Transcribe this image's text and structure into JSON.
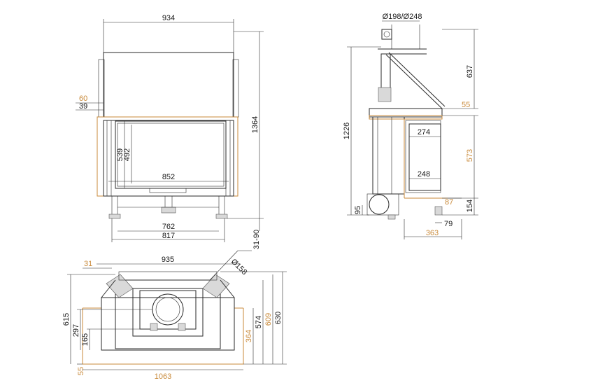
{
  "colors": {
    "line": "#2a2a2a",
    "accent": "#c98a3a",
    "fill": "#d9d9d9"
  },
  "front_view": {
    "dim_width_top": "934",
    "dim_60": "60",
    "dim_39": "39",
    "dim_539": "539",
    "dim_492": "492",
    "dim_852": "852",
    "dim_1364": "1364",
    "dim_762": "762",
    "dim_817": "817",
    "dim_31_90": "31-90"
  },
  "side_view": {
    "dim_flue": "Ø198/Ø248",
    "dim_637": "637",
    "dim_55": "55",
    "dim_1226": "1226",
    "dim_274": "274",
    "dim_573": "573",
    "dim_248": "248",
    "dim_95": "95",
    "dim_87": "87",
    "dim_154": "154",
    "dim_79": "79",
    "dim_363": "363"
  },
  "plan_view": {
    "dim_935": "935",
    "dim_31": "31",
    "dim_158": "Ø158",
    "dim_615": "615",
    "dim_297": "297",
    "dim_165": "165",
    "dim_364": "364",
    "dim_574": "574",
    "dim_609": "609",
    "dim_630": "630",
    "dim_55": "55",
    "dim_1063": "1063"
  }
}
